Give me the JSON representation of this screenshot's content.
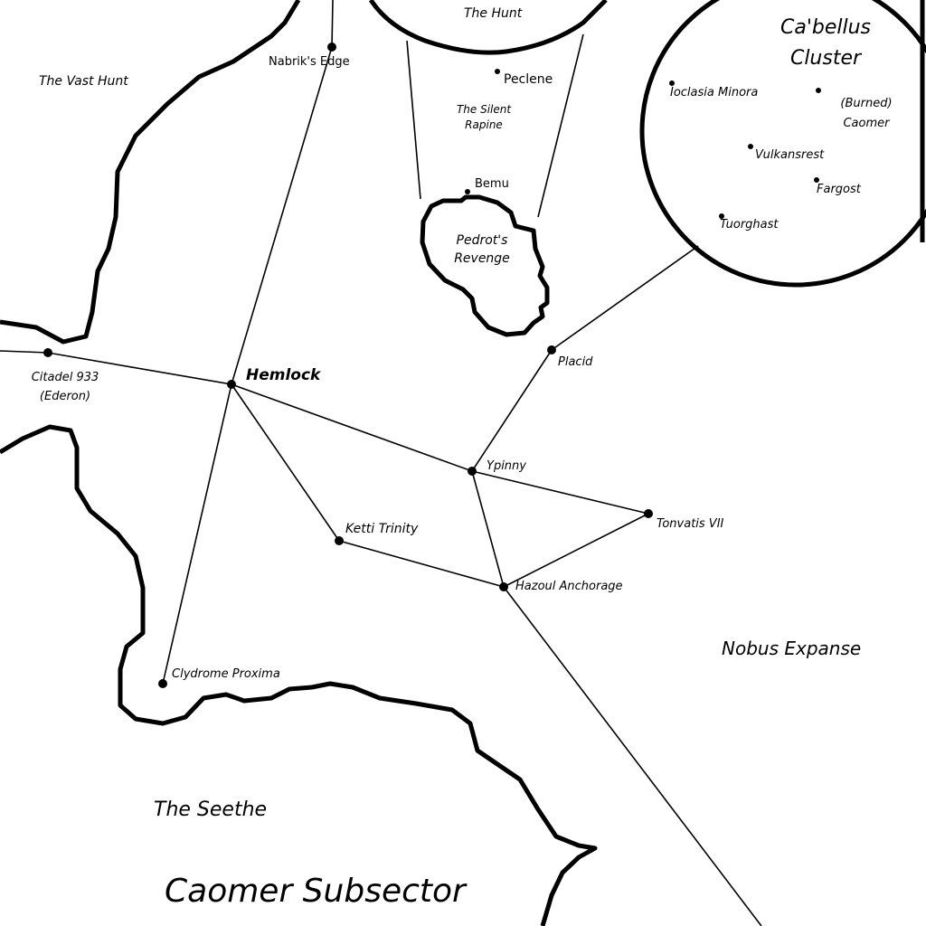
{
  "regions": {
    "vast_hunt": "The Vast Hunt",
    "the_hunt": "The Hunt",
    "silent_rapine_1": "The Silent",
    "silent_rapine_2": "Rapine",
    "pedrots_revenge_1": "Pedrot's",
    "pedrots_revenge_2": "Revenge",
    "cluster_1": "Ca'bellus",
    "cluster_2": "Cluster",
    "nobus": "Nobus Expanse",
    "seethe": "The Seethe",
    "subsector": "Caomer Subsector"
  },
  "systems": {
    "nabrik": "Nabrik's Edge",
    "peclene": "Peclene",
    "bemu": "Bemu",
    "citadel_1": "Citadel 933",
    "citadel_2": "(Ederon)",
    "hemlock": "Hemlock",
    "placid": "Placid",
    "ypinny": "Ypinny",
    "tonvatis": "Tonvatis VII",
    "ketti": "Ketti Trinity",
    "hazoul": "Hazoul Anchorage",
    "clydrome": "Clydrome Proxima",
    "ioclasia": "Ioclasia Minora",
    "caomer_1": "(Burned)",
    "caomer_2": "Caomer",
    "vulkansrest": "Vulkansrest",
    "fargost": "Fargost",
    "tuorghast": "Tuorghast"
  }
}
